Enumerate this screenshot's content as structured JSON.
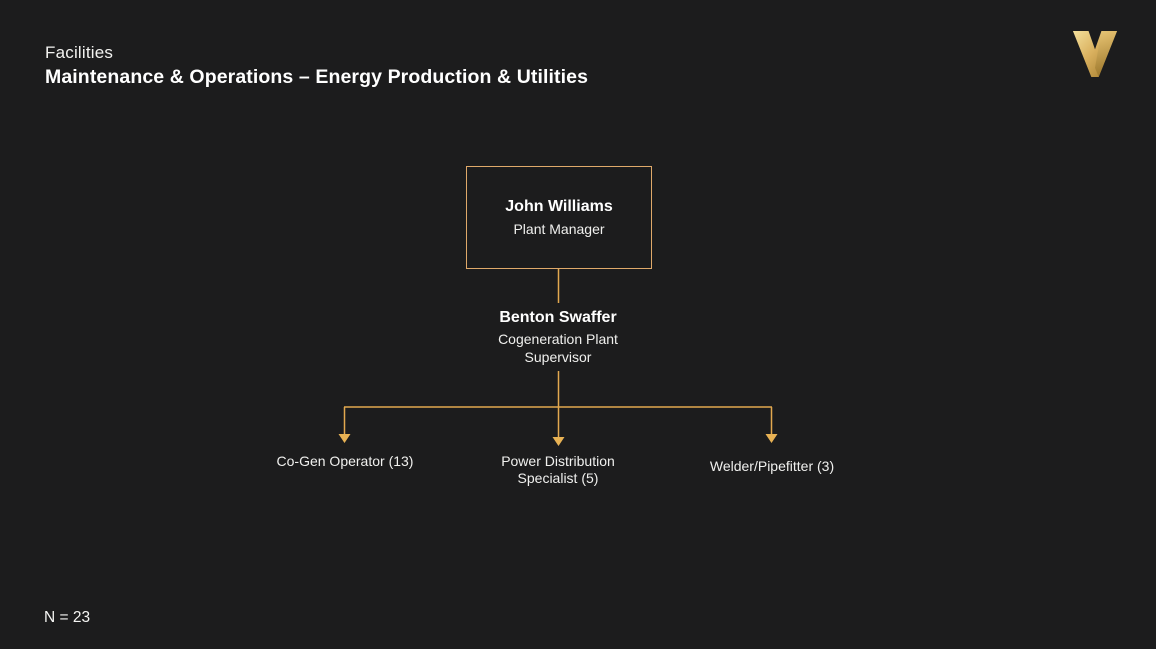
{
  "slide": {
    "background_color": "#1c1c1d",
    "text_color": "#f5f5f3",
    "accent_line_color": "#e2a84f",
    "box_border_color": "#dfa96a",
    "header": {
      "eyebrow": "Facilities",
      "title": "Maintenance & Operations – Energy Production & Utilities"
    },
    "logo": {
      "icon": "vanderbilt-v-logo",
      "letter": "V",
      "gold_light": "#f4e09c",
      "gold_mid": "#d9b05e",
      "gold_dark": "#9c7527"
    },
    "footnote": "N = 23"
  },
  "org_chart": {
    "root": {
      "name": "John Williams",
      "title": "Plant Manager"
    },
    "supervisor": {
      "name": "Benton Swaffer",
      "title": "Cogeneration Plant Supervisor"
    },
    "reports": {
      "0": "Co-Gen Operator (13)",
      "1": "Power Distribution Specialist (5)",
      "2": "Welder/Pipefitter (3)"
    }
  }
}
